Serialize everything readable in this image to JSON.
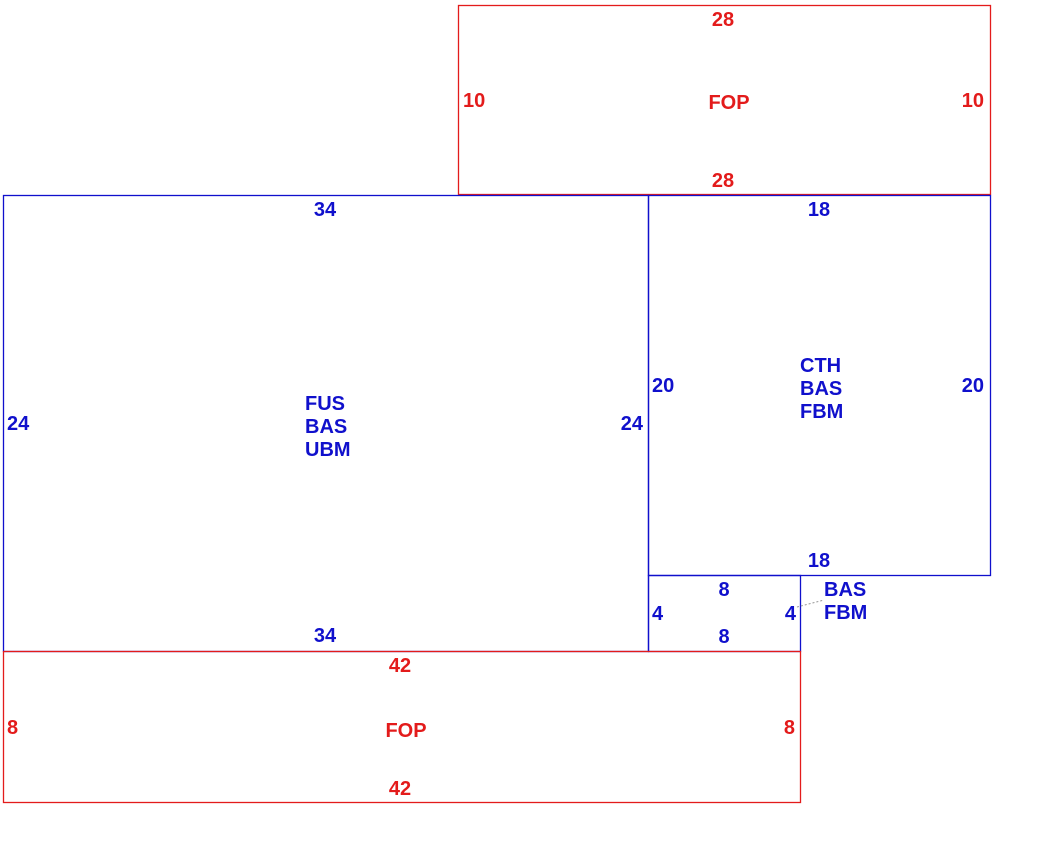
{
  "colors": {
    "porch": "#e31b1b",
    "living": "#1010cc",
    "leader": "#999999",
    "background": "#ffffff"
  },
  "sketch": {
    "fop_top": {
      "name": "FOP",
      "dims": {
        "top": "28",
        "bottom": "28",
        "left": "10",
        "right": "10"
      }
    },
    "main_living": {
      "lines": [
        "FUS",
        "BAS",
        "UBM"
      ],
      "dims": {
        "top": "34",
        "bottom": "34",
        "left": "24",
        "right": "24"
      }
    },
    "right_block": {
      "lines": [
        "CTH",
        "BAS",
        "FBM"
      ],
      "dims": {
        "top": "18",
        "bottom": "18",
        "left": "20",
        "right": "20"
      }
    },
    "small_block": {
      "lines": [
        "BAS",
        "FBM"
      ],
      "dims": {
        "top": "8",
        "bottom": "8",
        "left": "4",
        "right": "4"
      }
    },
    "fop_bottom": {
      "name": "FOP",
      "dims": {
        "top": "42",
        "bottom": "42",
        "left": "8",
        "right": "8"
      }
    }
  }
}
